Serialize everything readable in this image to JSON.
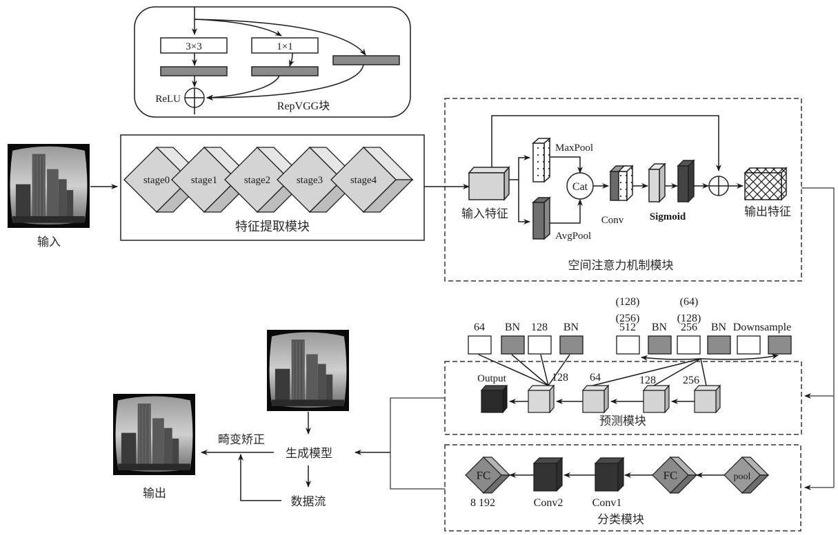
{
  "repvgg": {
    "title": "RepVGG块",
    "conv3": "3×3",
    "conv1": "1×1",
    "relu": "ReLU"
  },
  "input": {
    "label": "输入"
  },
  "feature_extraction": {
    "title": "特征提取模块",
    "stages": [
      "stage0",
      "stage1",
      "stage2",
      "stage3",
      "stage4"
    ]
  },
  "spatial_attention": {
    "title": "空间注意力机制模块",
    "input_feature": "输入特征",
    "maxpool": "MaxPool",
    "avgpool": "AvgPool",
    "cat": "Cat",
    "conv": "Conv",
    "sigmoid": "Sigmoid",
    "output_feature": "输出特征"
  },
  "layer_legend": {
    "group1": [
      "64",
      "BN",
      "128",
      "BN"
    ],
    "group2": [
      "512",
      "BN",
      "256",
      "BN",
      "Downsample"
    ],
    "alt_512": [
      "(128)",
      "(256)"
    ],
    "alt_256": [
      "(64)",
      "(128)"
    ]
  },
  "prediction": {
    "title": "预测模块",
    "output": "Output",
    "channels": [
      "128",
      "64",
      "128",
      "256"
    ]
  },
  "classification": {
    "title": "分类模块",
    "fc": "FC",
    "pool": "pool",
    "conv1": "Conv1",
    "conv2": "Conv2",
    "fc_dims": "8  192"
  },
  "generator": {
    "model": "生成模型",
    "correction": "畸变矫正",
    "dataflow": "数据流",
    "output": "输出"
  },
  "colors": {
    "dark": "#333333",
    "mid": "#8c8c8c",
    "light": "#d4d4d4",
    "outline": "#1a1a1a"
  }
}
